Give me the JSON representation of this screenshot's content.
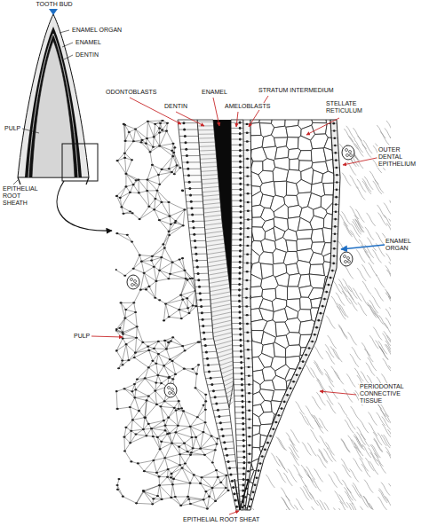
{
  "diagram": {
    "labels": [
      "TOOTH BUD",
      "ENAMEL ORGAN",
      "ENAMEL",
      "DENTIN",
      "PULP",
      "EPITHELIAL ROOT SHEATH",
      "ODONTOBLASTS",
      "DENTIN",
      "ENAMEL",
      "AMELOBLASTS",
      "STRATUM INTERMEDIUM",
      "STELLATE RETICULUM",
      "OUTER DENTAL EPITHELIUM",
      "ENAMEL ORGAN",
      "PULP",
      "PERIODONTAL CONNECTIVE TISSUE",
      "EPITHELIAL ROOT SHEAT"
    ]
  }
}
